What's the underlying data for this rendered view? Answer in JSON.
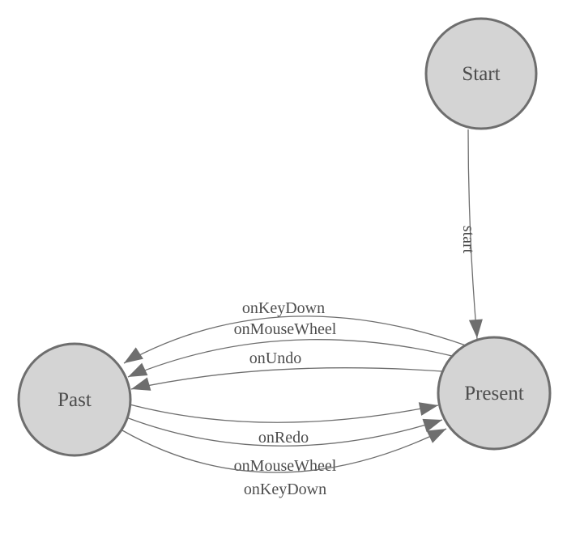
{
  "diagram": {
    "type": "state-machine",
    "colors": {
      "background": "#ffffff",
      "node_fill": "#d4d4d4",
      "node_stroke": "#6e6e6e",
      "edge_stroke": "#6e6e6e",
      "arrowhead_fill": "#6e6e6e",
      "text": "#4d4d4d"
    },
    "nodes": [
      {
        "id": "start",
        "label": "Start"
      },
      {
        "id": "present",
        "label": "Present"
      },
      {
        "id": "past",
        "label": "Past"
      }
    ],
    "edges": [
      {
        "from": "Start",
        "to": "Present",
        "label": "start"
      },
      {
        "from": "Present",
        "to": "Past",
        "label": "onKeyDown"
      },
      {
        "from": "Present",
        "to": "Past",
        "label": "onMouseWheel"
      },
      {
        "from": "Present",
        "to": "Past",
        "label": "onUndo"
      },
      {
        "from": "Past",
        "to": "Present",
        "label": "onRedo"
      },
      {
        "from": "Past",
        "to": "Present",
        "label": "onMouseWheel"
      },
      {
        "from": "Past",
        "to": "Present",
        "label": "onKeyDown"
      }
    ]
  }
}
